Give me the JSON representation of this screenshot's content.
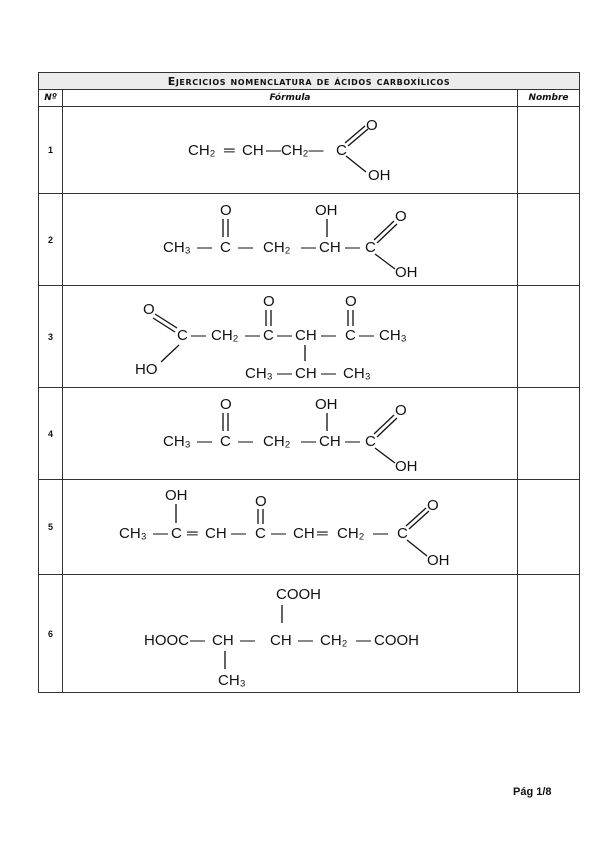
{
  "table": {
    "title": "Ejercicios nomenclatura de ácidos carboxílicos",
    "headers": {
      "num": "Nº",
      "formula": "Fórmula",
      "name": "Nombre"
    },
    "rows": [
      {
        "num": "1",
        "f": {
          "a": "CH₂",
          "b": "═",
          "c": "CH",
          "d": "—CH₂—",
          "e": "C",
          "o": "O",
          "oh": "OH"
        }
      },
      {
        "num": "2",
        "f": {
          "a": "CH₃",
          "b": "—",
          "c": "C",
          "d": "—",
          "e": "CH₂",
          "f": "—",
          "g": "CH",
          "h": "—",
          "i": "C",
          "o1": "O",
          "oh1": "OH",
          "o2": "O",
          "oh2": "OH"
        }
      },
      {
        "num": "3",
        "f": {
          "o1": "O",
          "c1": "C",
          "d1": "—",
          "ch2": "CH₂",
          "d2": "—",
          "c2": "C",
          "d3": "—",
          "ch": "CH",
          "d4": "—",
          "c3": "C",
          "d5": "—",
          "ch3": "CH₃",
          "ho": "HO",
          "o2": "O",
          "o3": "O",
          "bch3a": "CH₃",
          "bd1": "—",
          "bch": "CH",
          "bd2": "—",
          "bch3b": "CH₃"
        }
      },
      {
        "num": "4",
        "f": {
          "a": "CH₃",
          "b": "—",
          "c": "C",
          "d": "—",
          "e": "CH₂",
          "f": "—",
          "g": "CH",
          "h": "—",
          "i": "C",
          "o1": "O",
          "oh1": "OH",
          "o2": "O",
          "oh2": "OH"
        }
      },
      {
        "num": "5",
        "f": {
          "ch3": "CH₃",
          "d1": "—",
          "c1": "C",
          "eq1": "═",
          "ch": "CH",
          "d2": "—",
          "c2": "C",
          "d3": "—",
          "ch2a": "CH",
          "eq2": "═",
          "ch2b": "CH₂",
          "d4": "—",
          "c3": "C",
          "oh1": "OH",
          "o1": "O",
          "o2": "O",
          "oh2": "OH"
        }
      },
      {
        "num": "6",
        "f": {
          "cooh_top": "COOH",
          "hooc": "HOOC",
          "d1": "—",
          "ch1": "CH",
          "d2": "—",
          "ch2": "CH",
          "d3": "—",
          "ch2b": "CH₂",
          "d4": "—",
          "cooh": "COOH",
          "ch3": "CH₃"
        }
      }
    ]
  },
  "footer": {
    "page": "Pág 1/8"
  }
}
